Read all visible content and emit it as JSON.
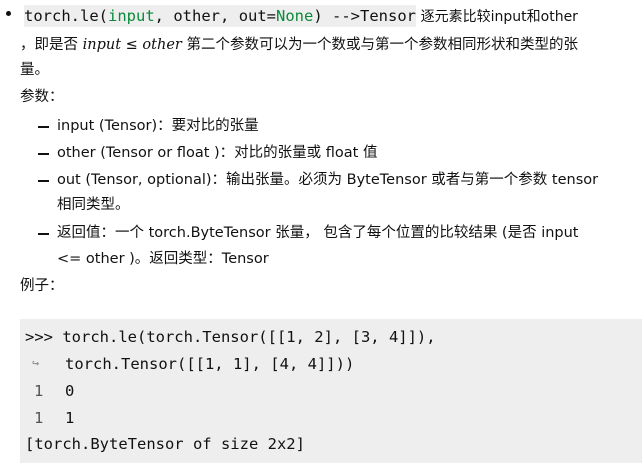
{
  "signature": {
    "fn": "torch.le(",
    "p1": "input",
    "sep1": ", ",
    "p2": "other",
    "sep2": ", ",
    "p3": "out=",
    "p3v": "None",
    "close": ") -->",
    "ret": "Tensor",
    "desc_a": "逐元素比较",
    "desc_b": "input",
    "desc_c": "和",
    "desc_d": "other"
  },
  "desc_line2": {
    "prefix": "，即是否",
    "math_input": "input",
    "math_le": "≤",
    "math_other": "other",
    "rest": "第二个参数可以为一个数或与第一个参数相同形状和类型的张"
  },
  "desc_line3": "量。",
  "params_heading": "参数：",
  "params": [
    {
      "text": "input (Tensor)：要对比的张量"
    },
    {
      "text": "other (Tensor or float )：对比的张量或 float 值"
    },
    {
      "text": "out (Tensor, optional)：输出张量。必须为 ByteTensor 或者与第一个参数 tensor",
      "text2": "相同类型。"
    },
    {
      "text": "返回值：一个 torch.ByteTensor 张量， 包含了每个位置的比较结果 (是否 input",
      "text2": "<= other )。返回类型：Tensor"
    }
  ],
  "example_heading": "例子：",
  "code": {
    "line1": ">>> torch.le(torch.Tensor([[1, 2], [3, 4]]),",
    "cont_arrow": "↪",
    "line2": "torch.Tensor([[1, 1], [4, 4]]))",
    "row1_no": "1",
    "row1_val": "0",
    "row2_no": "1",
    "row2_val": "1",
    "footer": "[torch.ByteTensor of size 2x2]"
  }
}
